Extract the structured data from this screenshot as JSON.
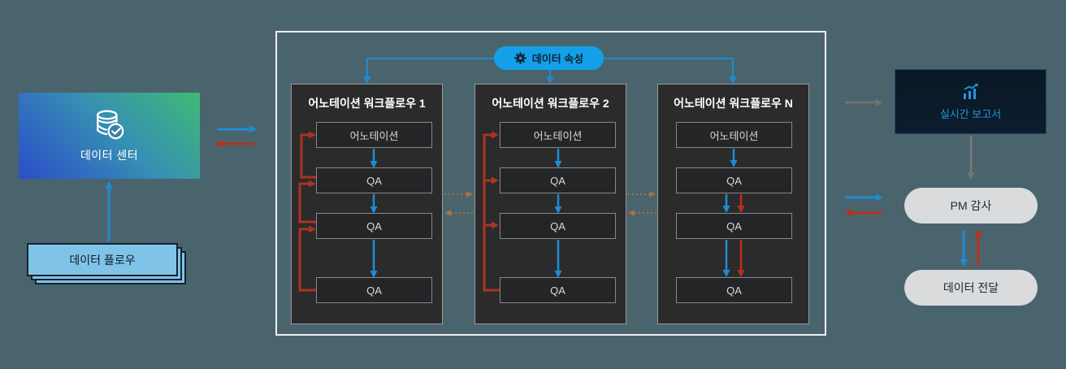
{
  "diagram": {
    "data_center": {
      "label": "데이터 센터",
      "icon": "database-check-icon"
    },
    "data_flow": {
      "label": "데이터 플로우"
    },
    "data_attributes": {
      "label": "데이터 속성",
      "icon": "gear-icon"
    },
    "workflows": [
      {
        "title": "어노테이션 워크플로우 1",
        "steps": [
          "어노테이션",
          "QA",
          "QA",
          "QA"
        ],
        "feedback_style": "red-loops-upward-chained"
      },
      {
        "title": "어노테이션 워크플로우 2",
        "steps": [
          "어노테이션",
          "QA",
          "QA",
          "QA"
        ],
        "feedback_style": "red-trunk-upward-branches"
      },
      {
        "title": "어노테이션 워크플로우 N",
        "steps": [
          "어노테이션",
          "QA",
          "QA",
          "QA"
        ],
        "feedback_style": "red-parallel-downward"
      }
    ],
    "realtime_report": {
      "label": "실시간 보고서",
      "icon": "bar-chart-trend-icon"
    },
    "pm_audit": {
      "label": "PM 감사"
    },
    "data_delivery": {
      "label": "데이터 전달"
    }
  },
  "colors": {
    "background": "#4a646e",
    "container_border": "#f0eef0",
    "panel_bg": "#2b2b2c",
    "panel_box_bg": "#242527",
    "flow_blue": "#1d8cd4",
    "feedback_red": "#ad3322",
    "straight_red": "#bc2f1e",
    "dashed_orange": "#a8713e",
    "gray_arrow": "#75726d",
    "pill_blue": "#13a0e9",
    "report_box_bg": "#0a1826",
    "report_accent": "#1f97dd",
    "card_gradient_start": "#2b4ecb",
    "card_gradient_end": "#40ba74",
    "flow_card_bg": "#80c3e9",
    "pill_gray_bg": "#d9dbdd"
  }
}
